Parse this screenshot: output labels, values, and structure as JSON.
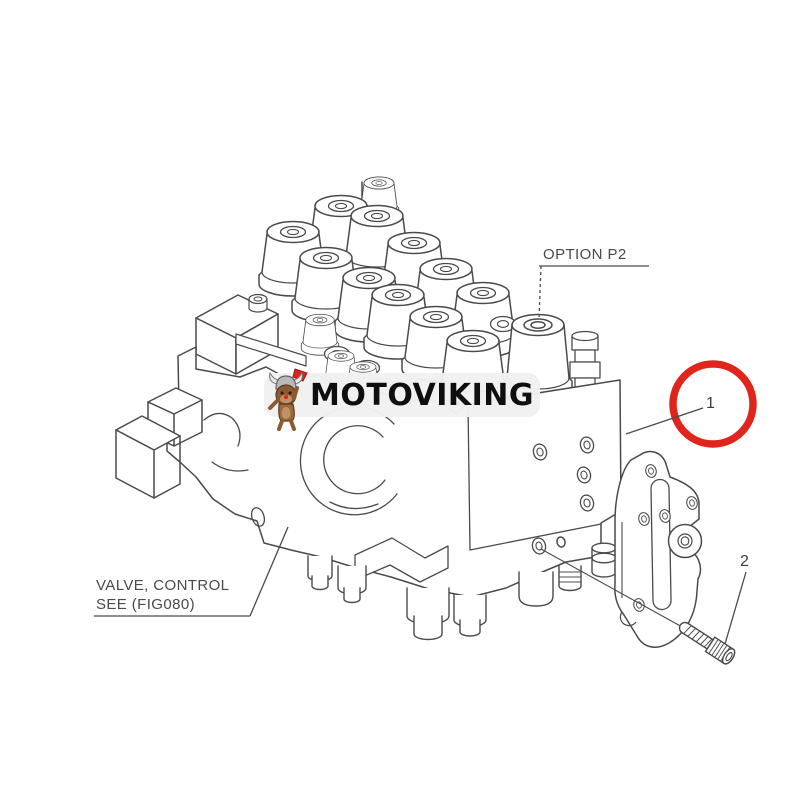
{
  "diagram": {
    "type": "exploded-parts-diagram",
    "labels": {
      "option_port": "OPTION P2",
      "note_line1": "VALVE, CONTROL",
      "note_line2": "SEE (FIG080)",
      "callout_1": "1",
      "callout_2": "2"
    },
    "parts": [
      {
        "callout": "1",
        "highlighted": true
      },
      {
        "callout": "2",
        "highlighted": false
      }
    ],
    "watermark": {
      "brand": "MOTOVIKING",
      "mascot": "viking-dog-mascot"
    },
    "colors": {
      "callout_highlight": "#e0261c",
      "line_art": "#4a4a4a",
      "watermark_bg": "#f1f1f1",
      "watermark_text": "#0f0f0f",
      "background": "#ffffff"
    }
  }
}
